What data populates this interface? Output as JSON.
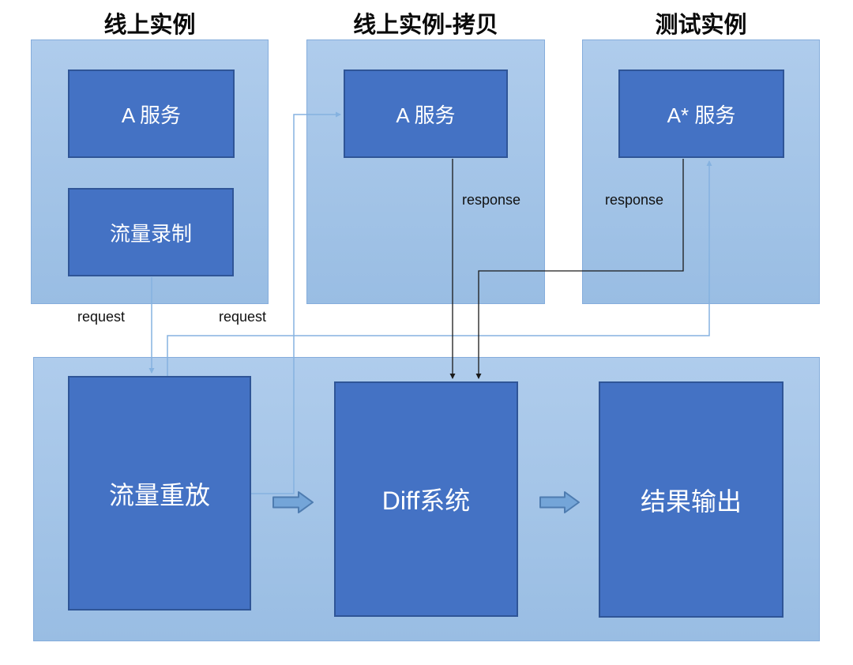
{
  "groups": {
    "online": {
      "title": "线上实例"
    },
    "copy": {
      "title": "线上实例-拷贝"
    },
    "test": {
      "title": "测试实例"
    }
  },
  "boxes": {
    "a_service_online": "A 服务",
    "traffic_record": "流量录制",
    "a_service_copy": "A 服务",
    "a_star_service": "A* 服务",
    "traffic_replay": "流量重放",
    "diff_system": "Diff系统",
    "result_output": "结果输出"
  },
  "edge_labels": {
    "request_left": "request",
    "request_mid": "request",
    "response_copy": "response",
    "response_test": "response"
  },
  "colors": {
    "container_fill_top": "#AFCCEC",
    "container_fill_bottom": "#99BDE3",
    "container_border": "#85ADDC",
    "box_fill": "#4472C4",
    "box_border": "#2F5597",
    "connector_light": "#85B2E0",
    "connector_dark": "#1a1a1a",
    "block_arrow_fill": "#74A5D8",
    "block_arrow_border": "#4E7CB0",
    "title_color": "#0a0a0a",
    "label_color": "#111111"
  }
}
